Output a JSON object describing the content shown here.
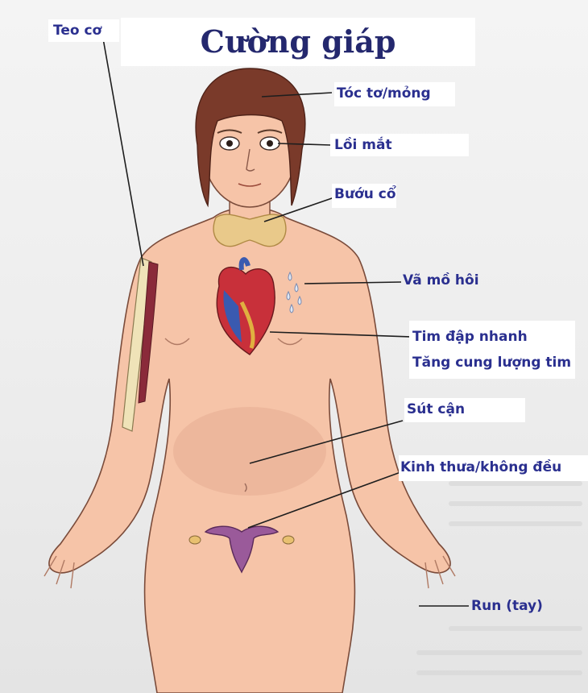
{
  "title": "Cường giáp",
  "labels": {
    "muscle": "Teo cơ",
    "hair": "Tóc tơ/mỏng",
    "eyes": "Lồi mắt",
    "goiter": "Bướu cổ",
    "sweat": "Vã mồ hôi",
    "heart_1": "Tim đập nhanh",
    "heart_2": "Tăng cung lượng tim",
    "weight": "Sút cận",
    "menses": "Kinh thưa/không đều",
    "tremor": "Run (tay)"
  },
  "colors": {
    "label_text": "#2a2f8f",
    "title_text": "#24286e",
    "skin": "#f6c4a8",
    "hair": "#7a3a2a",
    "thyroid": "#e9c98a",
    "uterus": "#9a5a9a"
  }
}
